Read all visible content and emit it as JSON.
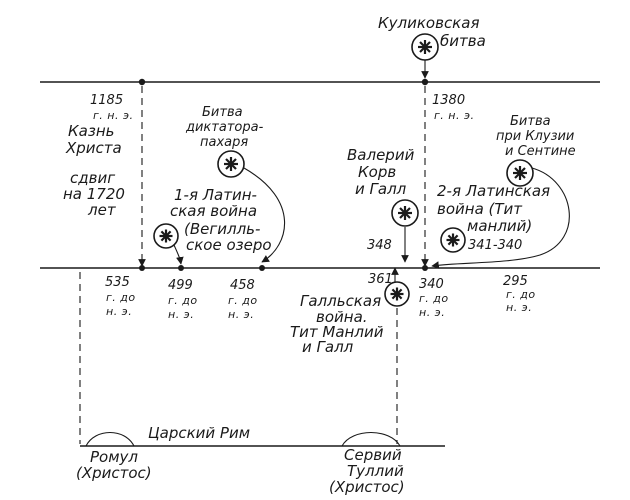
{
  "top_event": {
    "title": [
      "Куликовская",
      "битва"
    ]
  },
  "upper_line": {
    "left_date": {
      "year": "1185",
      "era": "г. н. э."
    },
    "left_caption": [
      "Казнь",
      "Христа"
    ],
    "shift_caption": [
      "сдвиг",
      "на 1720",
      "лет"
    ],
    "right_date": {
      "year": "1380",
      "era": "г. н. э."
    }
  },
  "battles": {
    "dictator": [
      "Битва",
      "диктатора-",
      "пахаря"
    ],
    "klusium": [
      "Битва",
      "при Клузии",
      "и Сентине"
    ],
    "valery": [
      "Валерий",
      "Корв",
      "и Галл"
    ],
    "latin1": [
      "1-я Латин-",
      "ская война",
      "(Вегилль-",
      "ское озеро"
    ],
    "latin2": [
      "2-я Латинская",
      "война (Тит",
      "манлий)"
    ],
    "gallic": [
      "Галльская",
      "война.",
      "Тит Манлий",
      "и Галл"
    ]
  },
  "lower_line": {
    "dates": [
      {
        "year": "535",
        "l1": "г. до",
        "l2": "н. э."
      },
      {
        "year": "499",
        "l1": "г. до",
        "l2": "н. э."
      },
      {
        "year": "458",
        "l1": "г. до",
        "l2": "н. э."
      },
      {
        "year": "361",
        "l1": "",
        "l2": ""
      },
      {
        "year": "340",
        "l1": "г. до",
        "l2": "н. э."
      },
      {
        "year": "295",
        "l1": "г. до",
        "l2": "н. э."
      }
    ],
    "label_348": "348",
    "label_341": "341-340"
  },
  "bottom": {
    "kingdom": "Царский Рим",
    "romulus": [
      "Ромул",
      "(Христос)"
    ],
    "servius": [
      "Сервий",
      "Туллий",
      "(Христос)"
    ]
  }
}
